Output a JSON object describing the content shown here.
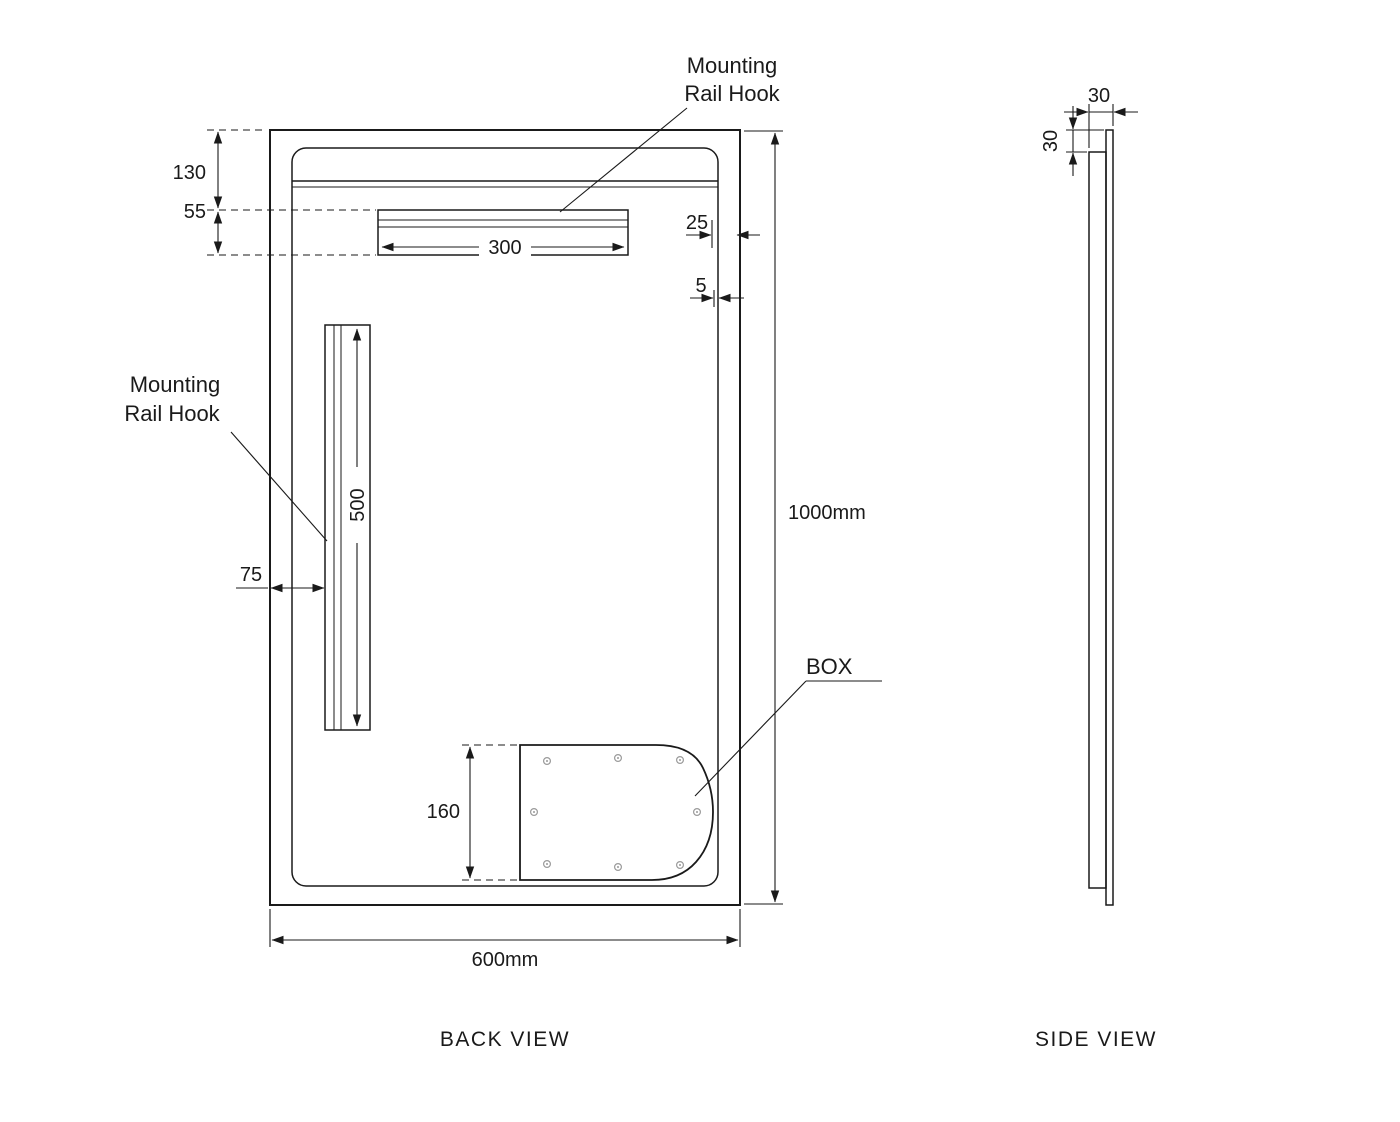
{
  "back": {
    "caption": "BACK VIEW",
    "hook_top_line1": "Mounting",
    "hook_top_line2": "Rail Hook",
    "hook_left_line1": "Mounting",
    "hook_left_line2": "Rail Hook",
    "box_label": "BOX",
    "dim_top_offset": "130",
    "dim_rail_thickness": "55",
    "dim_rail_length": "300",
    "dim_right_inset": "25",
    "dim_edge_gap": "5",
    "dim_overall_height": "1000mm",
    "dim_overall_width": "600mm",
    "dim_rail_side_inset": "75",
    "dim_vertical_rail_length": "500",
    "dim_box_height": "160"
  },
  "side": {
    "caption": "SIDE VIEW",
    "dim_thickness": "30",
    "dim_top_inset": "30"
  },
  "colors": {
    "line": "#1a1a1a",
    "screw": "#9a9a9a",
    "background": "#ffffff"
  }
}
